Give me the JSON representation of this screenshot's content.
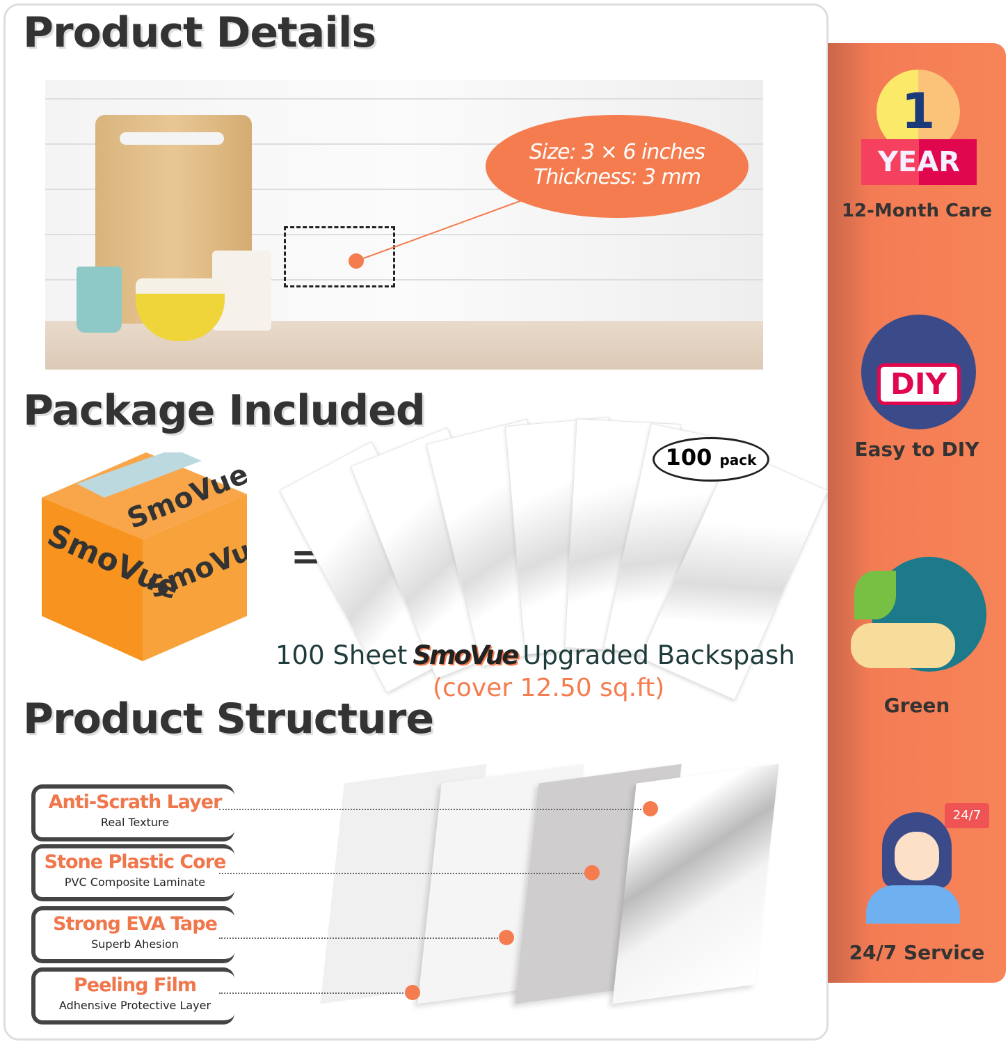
{
  "sections": {
    "details": "Product  Details",
    "package": "Package Included",
    "structure": "Product Structure"
  },
  "details": {
    "size": "Size: 3 × 6 inches",
    "thickness": "Thickness: 3 mm"
  },
  "package": {
    "equals": "=",
    "pack_number": "100",
    "pack_unit": "pack",
    "caption_left": "100 Sheet",
    "brand": "SmoVue",
    "caption_right": "Upgraded Backspash",
    "cover": "(cover 12.50 sq.ft)"
  },
  "layers": [
    {
      "title": "Anti-Scrath Layer",
      "subtitle": "Real Texture"
    },
    {
      "title": "Stone Plastic Core",
      "subtitle": "PVC Composite Laminate"
    },
    {
      "title": "Strong EVA Tape",
      "subtitle": "Superb Ahesion"
    },
    {
      "title": "Peeling Film",
      "subtitle": "Adhensive Protective Layer"
    }
  ],
  "features": [
    {
      "label": "12-Month Care",
      "icon": "one-year-badge-icon",
      "badge_number": "1",
      "badge_text": "YEAR"
    },
    {
      "label": "Easy to DIY",
      "icon": "diy-tools-icon",
      "badge_text": "DIY"
    },
    {
      "label": "Green",
      "icon": "eco-hand-leaf-icon"
    },
    {
      "label": "24/7 Service",
      "icon": "customer-service-agent-icon",
      "badge_text": "24/7"
    }
  ],
  "colors": {
    "accent": "#f47c4f",
    "sidebar": "#f47c55",
    "heading": "#333333"
  }
}
